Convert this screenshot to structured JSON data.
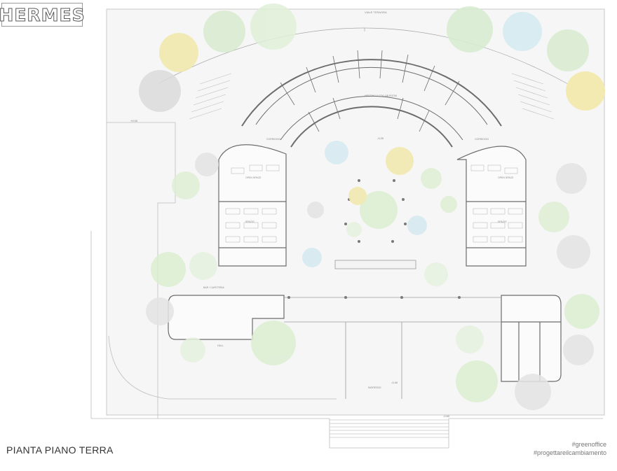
{
  "brand": {
    "name": "HERMES"
  },
  "title": "PIANTA PIANO TERRA",
  "hashtags": [
    "#greenoffice",
    "#progettareilcambiamento"
  ],
  "plan_labels": {
    "street": "VIALE TERAGRA",
    "corridor_left": "CORRIDOIO",
    "corridor_right": "CORRIDOIO",
    "office_top_center": "MEETING & COLLAB ROOM",
    "office_left": "OPEN SPACE",
    "office_right": "OPEN SPACE",
    "meeting_left": "SPAZIO",
    "meeting_right": "SPAZIO",
    "cafe": "BAR / CAFETERIA",
    "lounge": "HALL",
    "entrance": "INGRESSO",
    "elev_1": "+0.00",
    "elev_2": "-0.20",
    "elev_3": "-0.40",
    "elev_4": "-0.60"
  },
  "colors": {
    "line": "#8a8a8a",
    "wall": "#6c6c6c",
    "tree_green": "#cfe6c4",
    "tree_yellow": "#f2e8a6",
    "tree_blue": "#cfe6ef",
    "bush_grey": "#dcdcdc"
  }
}
